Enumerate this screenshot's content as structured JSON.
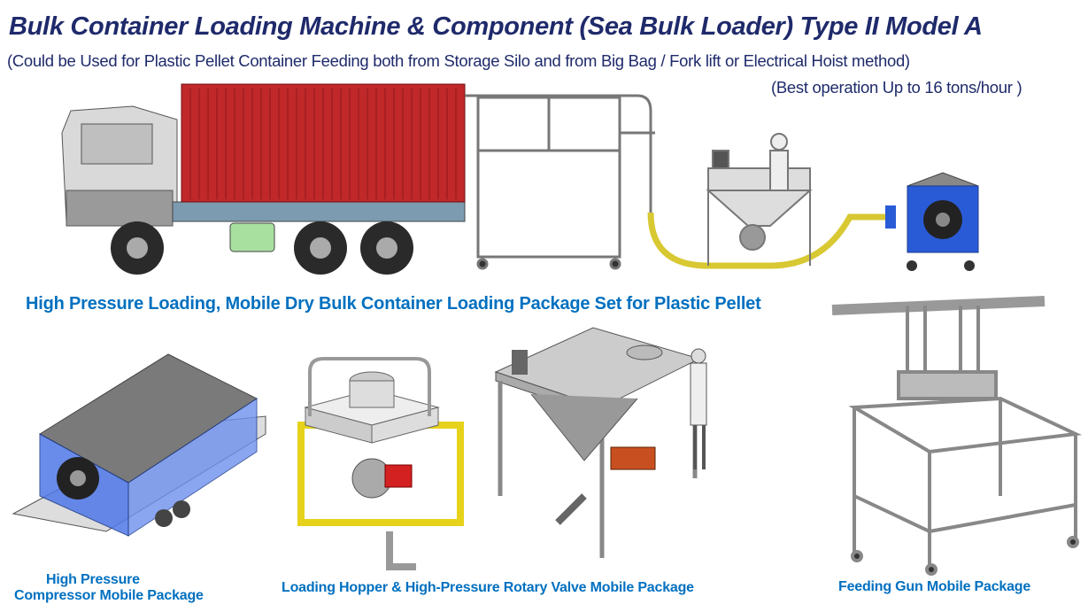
{
  "header": {
    "title": "Bulk Container Loading Machine & Component (Sea Bulk Loader) Type II Model A",
    "subtitle": "(Could be Used for Plastic Pellet Container Feeding both from Storage Silo and from Big Bag / Fork lift or Electrical Hoist method)",
    "capacity_note": "(Best operation Up to 16 tons/hour )"
  },
  "package_title": "High Pressure Loading, Mobile Dry Bulk Container Loading Package Set for Plastic Pellet",
  "components": [
    {
      "caption_line1": "High Pressure",
      "caption_line2": "Compressor Mobile Package"
    },
    {
      "caption": "Loading Hopper  & High-Pressure Rotary  Valve Mobile Package"
    },
    {
      "caption": "Feeding Gun Mobile Package"
    }
  ],
  "colors": {
    "title": "#1f2a6b",
    "caption": "#0070c0",
    "container": "#c0282a",
    "compressor": "#2a5bd7",
    "hopper_frame": "#e6d21a",
    "hose": "#d8c832"
  }
}
